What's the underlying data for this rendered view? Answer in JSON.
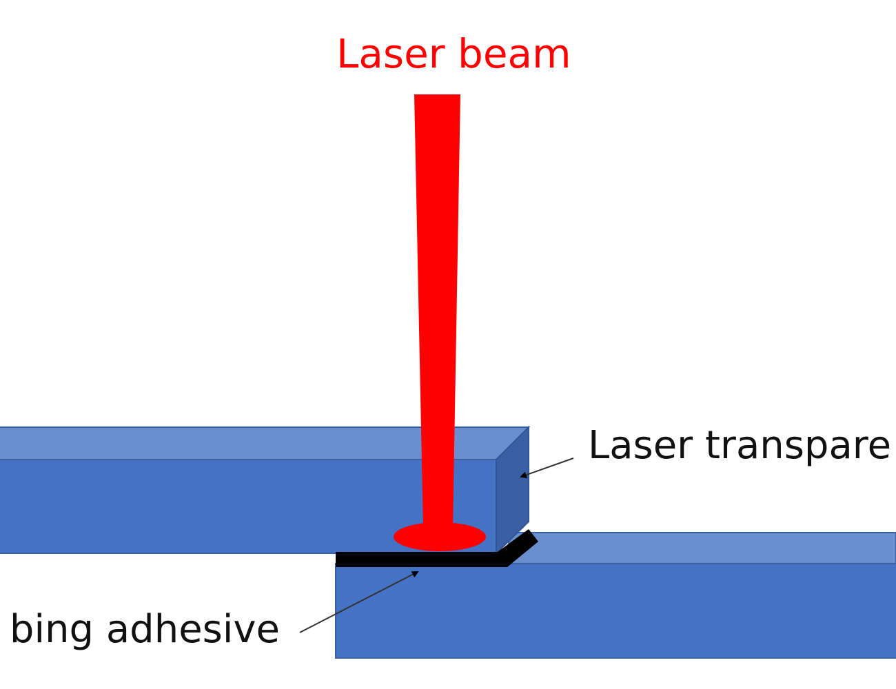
{
  "labels": {
    "laser_beam": "Laser beam",
    "transparent_part": "Laser transpare",
    "adhesive": "bing adhesive"
  },
  "colors": {
    "beam": "#ff0000",
    "plate_front": "#4472c4",
    "plate_top": "#6a8fcf",
    "plate_side": "#3a5fa3",
    "adhesive": "#000000",
    "text": "#111111"
  }
}
